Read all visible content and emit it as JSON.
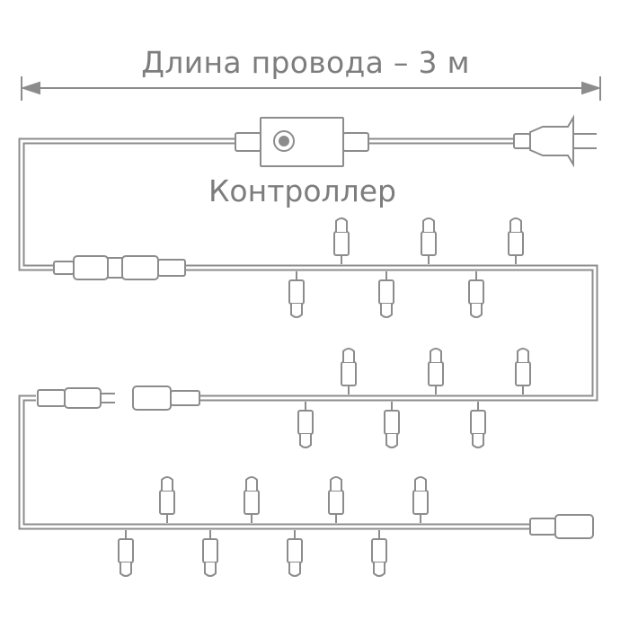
{
  "labels": {
    "length": "Длина провода – 3 м",
    "controller": "Контроллер"
  },
  "colors": {
    "line": "#8c8c8c",
    "text": "#7d7d7d",
    "bulb_fill": "#ffffff"
  },
  "garland": {
    "rows": 3,
    "upward_bulbs_per_row": [
      3,
      3,
      4
    ],
    "downward_bulbs_per_row": [
      3,
      3,
      4
    ]
  }
}
